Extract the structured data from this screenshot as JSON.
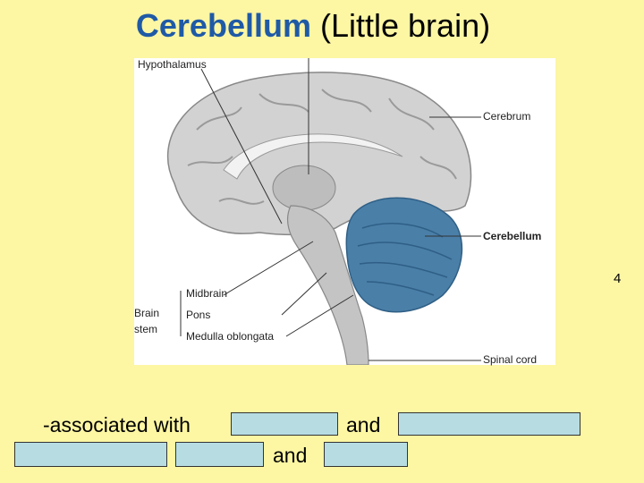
{
  "title": {
    "main": "Cerebellum",
    "sub": "(Little brain)"
  },
  "figure": {
    "labels": {
      "hypothalamus": "Hypothalamus",
      "cerebrum": "Cerebrum",
      "cerebellum": "Cerebellum",
      "midbrain": "Midbrain",
      "brain": "Brain",
      "stem": "stem",
      "pons": "Pons",
      "medulla": "Medulla oblongata",
      "spinal_cord": "Spinal cord"
    }
  },
  "page_number": "4",
  "text": {
    "associated": "-associated with",
    "and1": "and",
    "and2": "and"
  },
  "colors": {
    "title_accent": "#1f5aa6",
    "background": "#fdf6a3",
    "blank": "#b7dde3",
    "cerebellum": "#4a7fa8"
  }
}
